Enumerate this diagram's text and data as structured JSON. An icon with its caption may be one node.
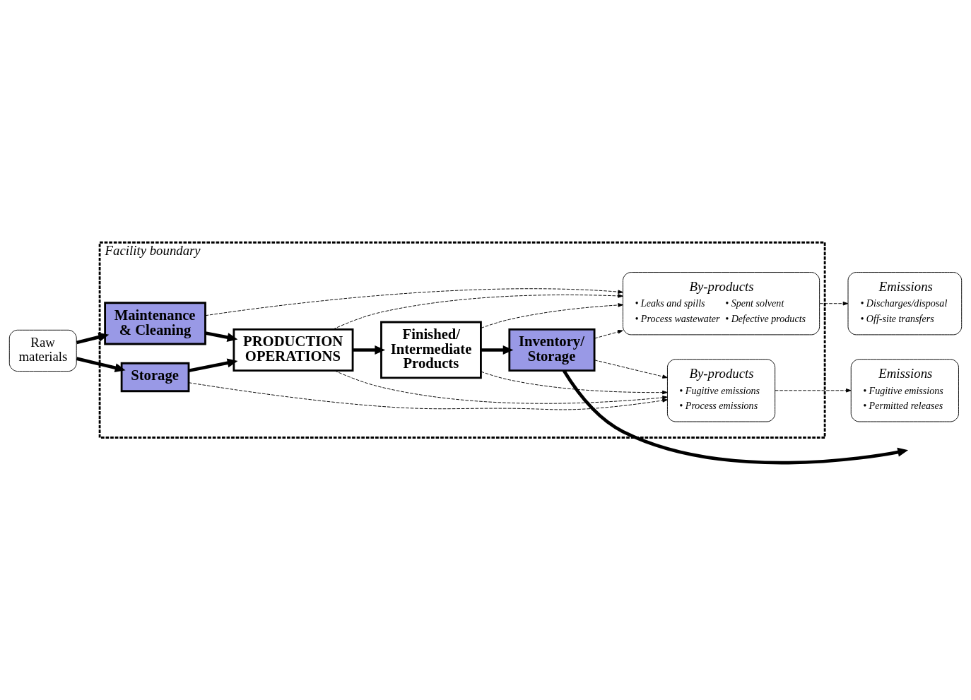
{
  "diagram": {
    "nodes": [
      {
        "text": [
          "Facility boundary"
        ]
      },
      {
        "text": [
          "Raw materials"
        ]
      },
      {
        "text": [
          "Storage"
        ],
        "in": 0
      },
      {
        "text": [
          "Maintenance & Cleaning"
        ],
        "in": 0
      },
      {
        "text": [
          "PRODUCTION OPERATIONS"
        ],
        "in": 0
      },
      {
        "text": [
          "Finished/ Intermediate Products"
        ],
        "in": 0
      },
      {
        "text": [
          "Inventory/ Storage"
        ],
        "in": 0
      },
      {
        "text": [
          "By-products",
          "• Fugitive emissions",
          "• Process emissions"
        ],
        "in": 0
      },
      {
        "text": [
          "By-products",
          "• Leaks and spills",
          "• Process wastewater",
          "• Spent solvent",
          "• Defective products"
        ],
        "in": 0
      },
      {
        "text": [
          "Emissions",
          "• Fugitive emissions",
          "• Permitted releases"
        ]
      },
      {
        "text": [
          "Emissions",
          "• Discharges/disposal",
          "• Off-site transfers"
        ]
      }
    ],
    "edges": [
      {
        "from": 1,
        "to": 2,
        "arrow": "to",
        "style": "thick"
      },
      {
        "from": 1,
        "to": 3,
        "arrow": "to",
        "style": "thick"
      },
      {
        "from": 2,
        "to": 4,
        "arrow": "to",
        "style": "thick"
      },
      {
        "from": 3,
        "to": 4,
        "arrow": "to",
        "style": "thick"
      },
      {
        "from": 4,
        "to": 5,
        "arrow": "to",
        "style": "thick"
      },
      {
        "from": 5,
        "to": 6,
        "arrow": "to",
        "style": "thick"
      },
      {
        "from": 6,
        "to": null,
        "arrow": "to",
        "style": "thick"
      },
      {
        "from": 2,
        "to": 7,
        "arrow": "to",
        "style": "dashed"
      },
      {
        "from": 4,
        "to": 7,
        "arrow": "to",
        "style": "dashed"
      },
      {
        "from": 5,
        "to": 7,
        "arrow": "to",
        "style": "dashed"
      },
      {
        "from": 6,
        "to": 7,
        "arrow": "to",
        "style": "dashed"
      },
      {
        "from": 4,
        "to": 8,
        "arrow": "to",
        "style": "dashed"
      },
      {
        "from": 3,
        "to": 8,
        "arrow": "to",
        "style": "dashed"
      },
      {
        "from": 5,
        "to": 8,
        "arrow": "to",
        "style": "dashed"
      },
      {
        "from": 6,
        "to": 8,
        "arrow": "to",
        "style": "dashed"
      },
      {
        "from": 7,
        "to": 9,
        "arrow": "to",
        "style": "dashed"
      },
      {
        "from": 8,
        "to": 10,
        "arrow": "to",
        "style": "dashed"
      }
    ]
  }
}
